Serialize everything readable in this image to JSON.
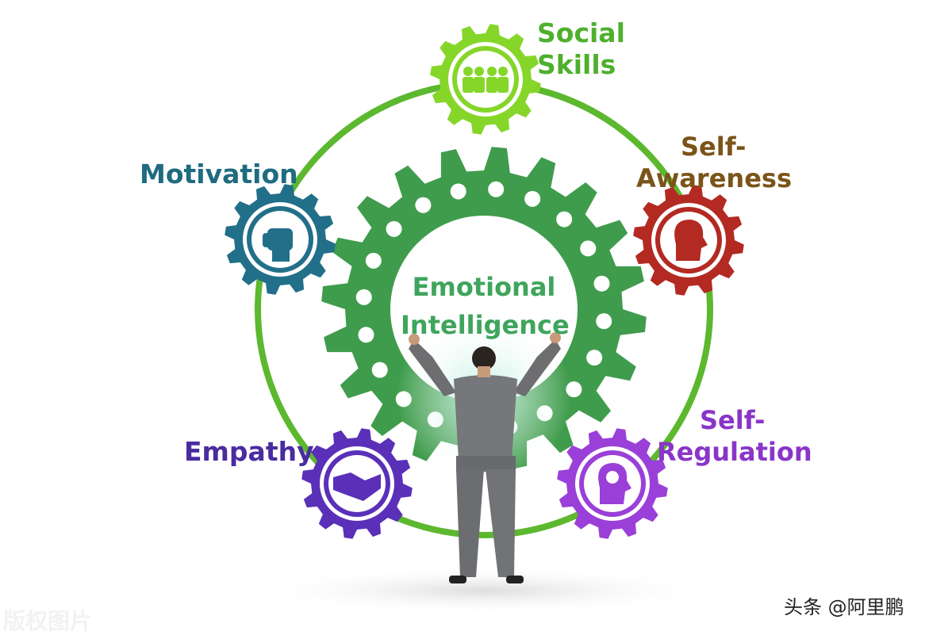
{
  "center": {
    "line1": "Emotional",
    "line2": "Intelligence",
    "color": "#3fa55c"
  },
  "nodes": [
    {
      "id": "social-skills",
      "line1": "Social",
      "line2": "Skills",
      "icon": "people-group-icon",
      "gear_color": "#86d62a",
      "text_color": "#4eb02d"
    },
    {
      "id": "self-awareness",
      "line1": "Self-",
      "line2": "Awareness",
      "icon": "head-profile-icon",
      "gear_color": "#b32a22",
      "text_color": "#7a5418"
    },
    {
      "id": "self-regulation",
      "line1": "Self-",
      "line2": "Regulation",
      "icon": "head-gear-icon",
      "gear_color": "#9a40d8",
      "text_color": "#8a35c8"
    },
    {
      "id": "empathy",
      "line1": "Empathy",
      "line2": "",
      "icon": "handshake-icon",
      "gear_color": "#5a30b8",
      "text_color": "#4a2ca0"
    },
    {
      "id": "motivation",
      "line1": "Motivation",
      "line2": "",
      "icon": "raised-fist-icon",
      "gear_color": "#226f8a",
      "text_color": "#1f6b80"
    }
  ],
  "watermarks": {
    "left": "版权图片",
    "right": "头条 @阿里鹏"
  },
  "colors": {
    "ring": "#5cb82e",
    "big_gear": "#3f9c4c"
  }
}
